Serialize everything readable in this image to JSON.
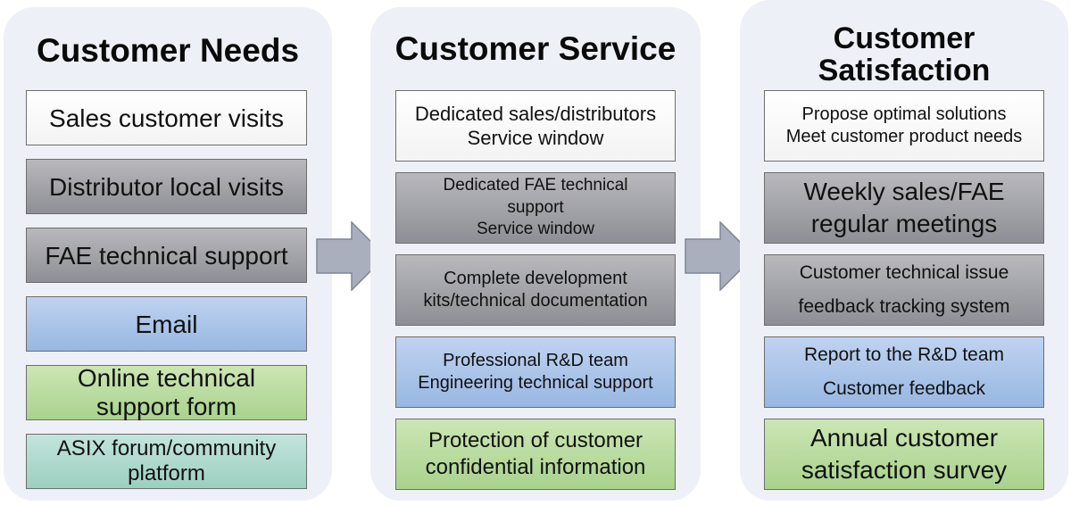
{
  "colors": {
    "panel_bg": "#eef0f7",
    "arrow_fill": "#a9afbd",
    "arrow_stroke": "#7f8594"
  },
  "columns": [
    {
      "title": [
        "Customer Needs"
      ],
      "items": [
        {
          "lines": [
            "Sales customer visits"
          ],
          "style": "white"
        },
        {
          "lines": [
            "Distributor local visits"
          ],
          "style": "gray"
        },
        {
          "lines": [
            "FAE technical support"
          ],
          "style": "gray"
        },
        {
          "lines": [
            "Email"
          ],
          "style": "blue"
        },
        {
          "lines": [
            "Online technical",
            "support form"
          ],
          "style": "green"
        },
        {
          "lines": [
            "ASIX forum/community",
            "platform"
          ],
          "style": "teal"
        }
      ]
    },
    {
      "title": [
        "Customer Service"
      ],
      "items": [
        {
          "lines": [
            "Dedicated sales/distributors",
            "Service window"
          ],
          "style": "white"
        },
        {
          "lines": [
            "Dedicated FAE technical",
            "support",
            "Service window"
          ],
          "style": "gray"
        },
        {
          "lines": [
            "Complete development",
            "kits/technical documentation"
          ],
          "style": "gray"
        },
        {
          "lines": [
            "Professional R&D team",
            "Engineering technical support"
          ],
          "style": "blue"
        },
        {
          "lines": [
            "Protection of customer",
            "confidential information"
          ],
          "style": "green"
        }
      ]
    },
    {
      "title": [
        "Customer",
        "Satisfaction"
      ],
      "items": [
        {
          "lines": [
            "Propose optimal solutions",
            "Meet customer product needs"
          ],
          "style": "white"
        },
        {
          "lines": [
            "Weekly sales/FAE",
            "regular meetings"
          ],
          "style": "gray"
        },
        {
          "lines": [
            "Customer technical issue",
            "feedback tracking system"
          ],
          "style": "gray"
        },
        {
          "lines": [
            "Report to the R&D team",
            "Customer feedback"
          ],
          "style": "blue"
        },
        {
          "lines": [
            "Annual customer",
            "satisfaction survey"
          ],
          "style": "green"
        }
      ]
    }
  ]
}
